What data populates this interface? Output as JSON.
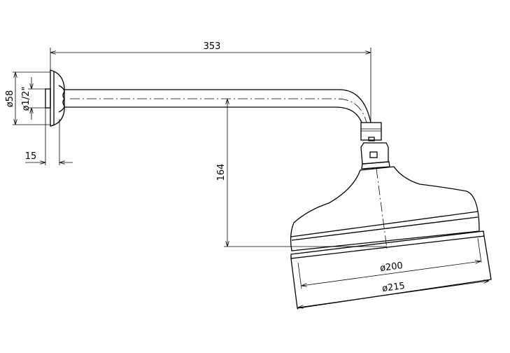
{
  "dimensions": {
    "arm_length": "353",
    "flange_diameter": "ø58",
    "thread_size": "ø1/2\"",
    "wall_offset": "15",
    "drop_height": "164",
    "head_inner_diameter": "ø200",
    "head_outer_diameter": "ø215"
  }
}
